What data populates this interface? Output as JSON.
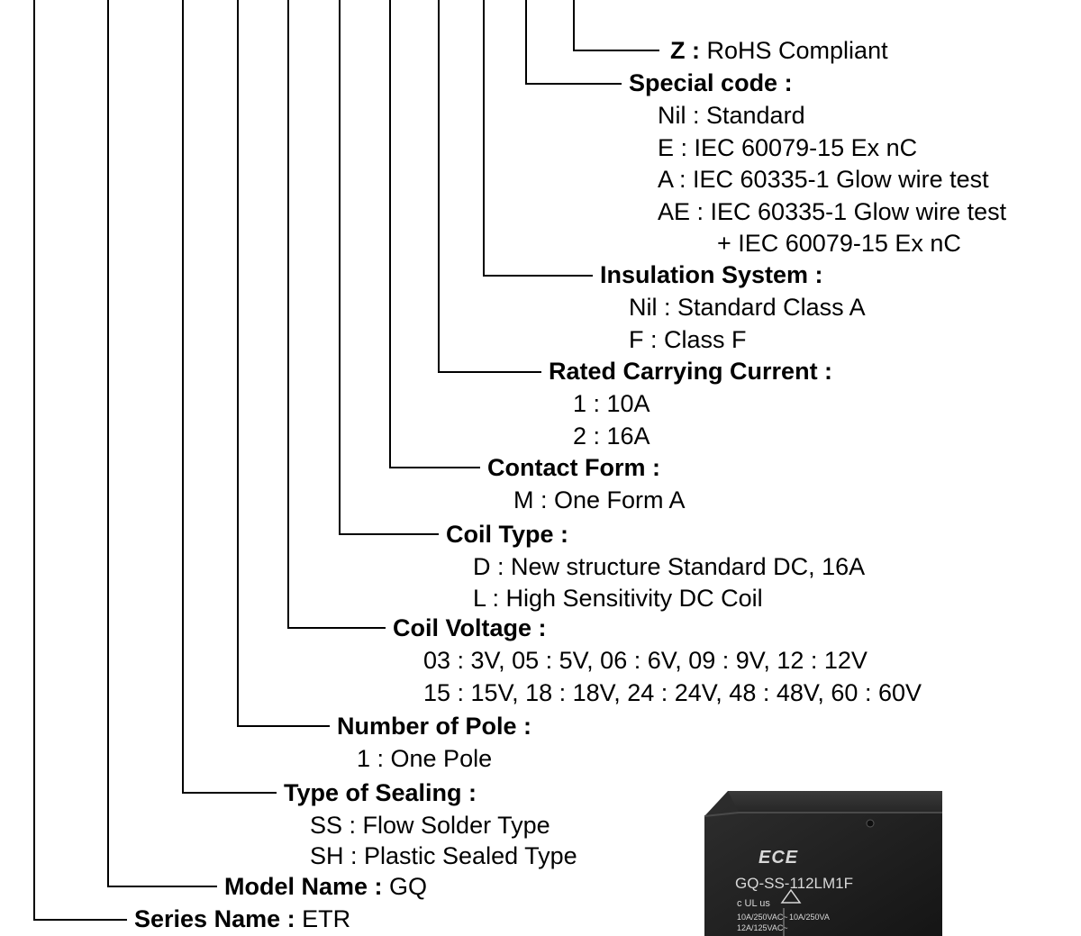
{
  "options": {
    "rohs": {
      "code": "Z :",
      "label": "RoHS Compliant"
    },
    "special_code": {
      "heading": "Special code :",
      "items": [
        "Nil : Standard",
        "E : IEC 60079-15 Ex nC",
        "A : IEC 60335-1 Glow wire test",
        "AE : IEC 60335-1 Glow wire test",
        "+ IEC 60079-15 Ex nC"
      ]
    },
    "insulation_system": {
      "heading": "Insulation System :",
      "items": [
        "Nil : Standard Class A",
        "F : Class F"
      ]
    },
    "rated_carrying_current": {
      "heading": "Rated Carrying Current :",
      "items": [
        "1 : 10A",
        "2 : 16A"
      ]
    },
    "contact_form": {
      "heading": "Contact Form :",
      "items": [
        "M : One Form A"
      ]
    },
    "coil_type": {
      "heading": "Coil Type :",
      "items": [
        "D : New structure Standard DC, 16A",
        "L : High Sensitivity DC Coil"
      ]
    },
    "coil_voltage": {
      "heading": "Coil Voltage :",
      "items": [
        "03 : 3V, 05 : 5V, 06 : 6V, 09 : 9V, 12 : 12V",
        "15 : 15V, 18 : 18V, 24 : 24V, 48 : 48V, 60 : 60V"
      ]
    },
    "number_of_pole": {
      "heading": "Number of Pole :",
      "items": [
        "1 : One Pole"
      ]
    },
    "type_of_sealing": {
      "heading": "Type of Sealing :",
      "items": [
        "SS : Flow Solder Type",
        "SH : Plastic Sealed Type"
      ]
    },
    "model_name": {
      "heading": "Model Name :",
      "value": "GQ"
    },
    "series_name": {
      "heading": "Series Name :",
      "value": "ETR"
    }
  },
  "relay_photo": {
    "logo": "ECE",
    "part_number": "GQ-SS-112LM1F",
    "cert_mark": "c UL us",
    "rating_1": "10A/250VAC~",
    "rating_2": "12A/125VAC~",
    "rating_right": "10A/250VA",
    "colors": {
      "body": "#1c1c1c",
      "top": "#2b2b2b",
      "print": "#d8d8d8"
    }
  }
}
